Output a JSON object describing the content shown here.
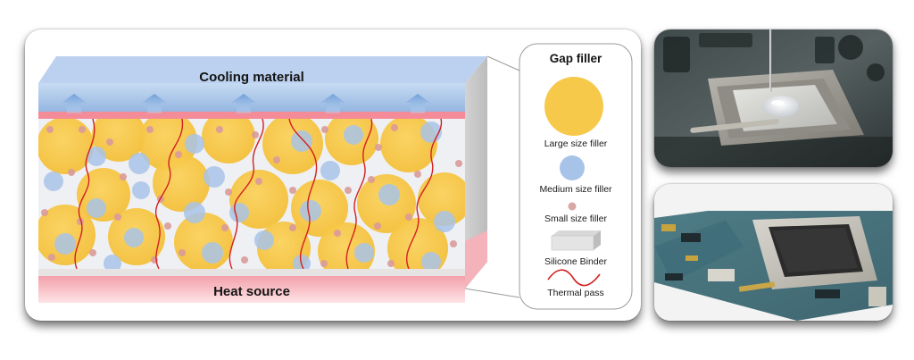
{
  "diagram": {
    "top_label": "Cooling material",
    "bottom_label": "Heat source"
  },
  "legend": {
    "title": "Gap filler",
    "items": [
      {
        "label": "Large size filler",
        "icon": "large-filler-icon"
      },
      {
        "label": "Medium size filler",
        "icon": "medium-filler-icon"
      },
      {
        "label": "Small size filler",
        "icon": "small-filler-icon"
      },
      {
        "label": "Silicone Binder",
        "icon": "silicone-binder-icon"
      },
      {
        "label": "Thermal pass",
        "icon": "thermal-pass-icon"
      }
    ]
  },
  "colors": {
    "large_filler": "#f7c94a",
    "medium_filler": "#a8c3e8",
    "small_filler": "#d9a6a6",
    "cooling_band": "#9dbde3",
    "heat_band": "#f2a3ab",
    "thermal_path": "#d42020"
  },
  "photos": [
    {
      "name": "cpu-thermal-paste-photo"
    },
    {
      "name": "circuit-board-chip-photo"
    }
  ]
}
